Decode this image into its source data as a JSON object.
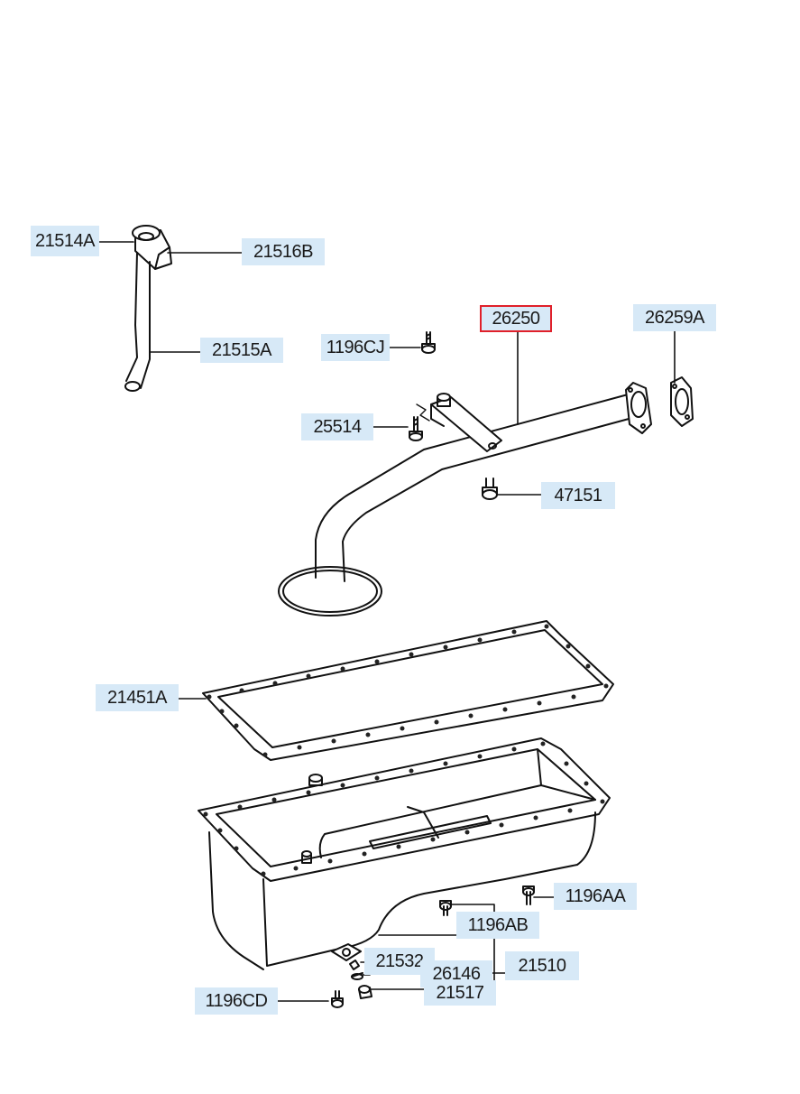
{
  "diagram": {
    "highlight_color": "#d7e9f7",
    "selected_border_color": "#e0202a",
    "line_color": "#111111",
    "selected_part": "26250",
    "parts": [
      {
        "id": "21514A"
      },
      {
        "id": "21516B"
      },
      {
        "id": "21515A"
      },
      {
        "id": "26250"
      },
      {
        "id": "26259A"
      },
      {
        "id": "1196CJ"
      },
      {
        "id": "25514"
      },
      {
        "id": "47151"
      },
      {
        "id": "21451A"
      },
      {
        "id": "1196AA"
      },
      {
        "id": "1196AB"
      },
      {
        "id": "21532"
      },
      {
        "id": "26146"
      },
      {
        "id": "21510"
      },
      {
        "id": "21517"
      },
      {
        "id": "1196CD"
      }
    ]
  }
}
